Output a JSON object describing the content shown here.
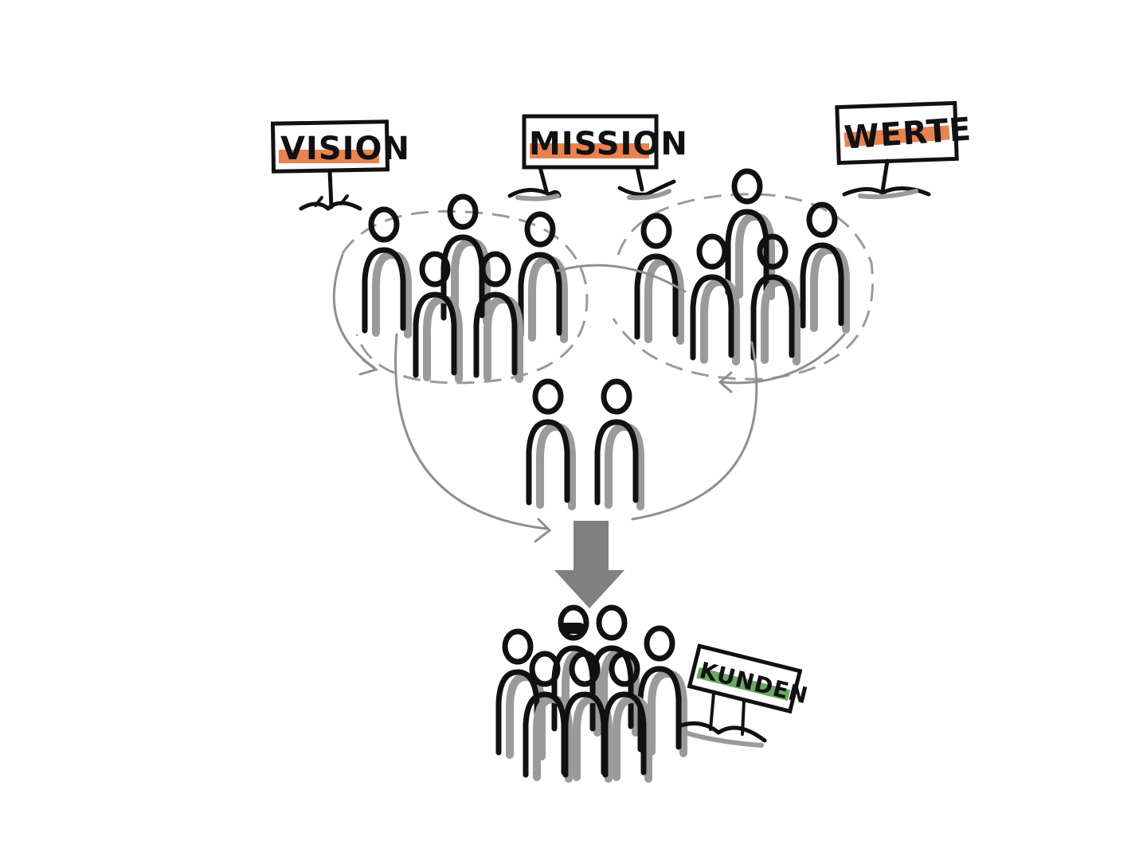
{
  "signs": {
    "vision": {
      "label": "VISION",
      "highlight": "#e8834f"
    },
    "mission": {
      "label": "MISSION",
      "highlight": "#e8834f"
    },
    "werte": {
      "label": "WERTE",
      "highlight": "#e8834f"
    },
    "kunden": {
      "label": "KUNDEN",
      "highlight": "#6aa864"
    }
  },
  "colors": {
    "ink": "#111111",
    "shadow": "#9a9a9a",
    "arrow": "#808080"
  },
  "icons": [
    "person-icon",
    "down-arrow-icon",
    "signpost-icon"
  ]
}
